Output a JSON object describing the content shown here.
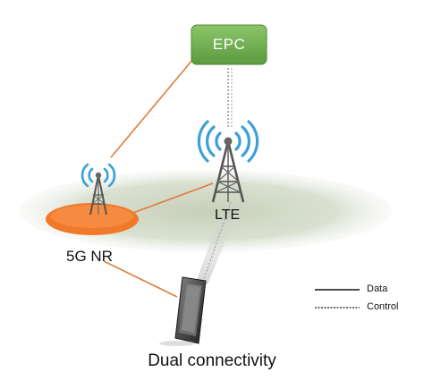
{
  "diagram": {
    "nodes": {
      "epc": "EPC",
      "lte": "LTE",
      "nr": "5G NR",
      "device": "user-equipment-smartphone"
    },
    "legend": {
      "data": "Data",
      "control": "Control"
    },
    "caption": "Dual connectivity",
    "colors": {
      "epc_box": "#6aa84f",
      "data_link": "#e07b39",
      "nr_coverage": "#f07a2a",
      "coverage_area": "#c9d4bf",
      "tower": "#666666",
      "signal_waves": "#3aa0d8"
    },
    "links": [
      {
        "from": "EPC",
        "to": "5G NR",
        "type": "data"
      },
      {
        "from": "EPC",
        "to": "LTE",
        "type": "control"
      },
      {
        "from": "LTE",
        "to": "5G NR",
        "type": "data"
      },
      {
        "from": "5G NR",
        "to": "device",
        "type": "data"
      },
      {
        "from": "LTE",
        "to": "device",
        "type": "control"
      }
    ]
  }
}
